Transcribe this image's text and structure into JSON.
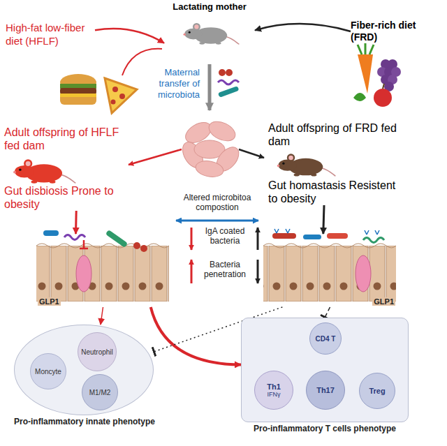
{
  "diagram": {
    "nodes": [
      {
        "text": [
          "High-fat low-fiber diet (HFLF)"
        ]
      },
      {
        "text": [
          "Lactating mother"
        ]
      },
      {
        "text": [
          "Fiber-rich diet (FRD)"
        ]
      },
      {
        "text": [
          "Adult offspring of HFLF fed dam",
          "Gut disbiosis Prone to obesity"
        ]
      },
      {
        "text": [
          "Adult offspring of FRD fed dam",
          "Gut homastasis Resistent to obesity"
        ]
      },
      {
        "text": [
          "GLP1"
        ]
      },
      {
        "text": [
          "GLP1"
        ]
      },
      {
        "text": [
          "Pro-inflammatory innate phenotype"
        ]
      },
      {
        "text": [
          "Neutrophil"
        ],
        "in": 7
      },
      {
        "text": [
          "Moncyte"
        ],
        "in": 7
      },
      {
        "text": [
          "M1/M2"
        ],
        "in": 7
      },
      {
        "text": [
          "Pro-inflammatory T cells phenotype"
        ]
      },
      {
        "text": [
          "CD4 T"
        ],
        "in": 11
      },
      {
        "text": [
          "Th1",
          "IFNγ"
        ],
        "in": 11
      },
      {
        "text": [
          "Th17"
        ],
        "in": 11
      },
      {
        "text": [
          "Treg"
        ],
        "in": 11
      }
    ],
    "edges": [
      {
        "from": 0,
        "to": 1,
        "arrow": "to"
      },
      {
        "from": 2,
        "to": 1,
        "arrow": "to"
      },
      {
        "from": 3,
        "to": 5,
        "arrow": "to"
      },
      {
        "from": 4,
        "to": 6,
        "arrow": "to"
      },
      {
        "from": 5,
        "to": 7,
        "arrow": "to"
      },
      {
        "from": 5,
        "to": 11,
        "arrow": "to"
      },
      {
        "from": 6,
        "to": 7,
        "arrow": "to"
      },
      {
        "from": 6,
        "to": 11,
        "arrow": "to"
      },
      {
        "from": 12,
        "to": 13,
        "arrow": "to"
      },
      {
        "from": 12,
        "to": 14,
        "arrow": "to"
      },
      {
        "from": 12,
        "to": 15,
        "arrow": "to"
      }
    ],
    "labels": [
      "Maternal transfer of microbiota",
      "Altered microbitoa compostion",
      "IgA coated bacteria",
      "Bacteria penetration"
    ]
  }
}
